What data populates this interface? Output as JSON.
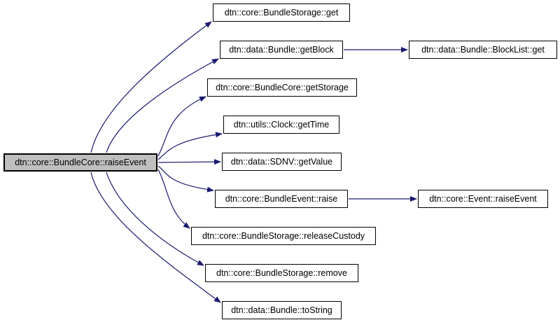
{
  "diagram": {
    "type": "call-graph",
    "colors": {
      "edge": "#191970",
      "node_fill": "#ffffff",
      "node_border": "#000000",
      "focus_fill": "#bfbfbf",
      "background": "#ffffff"
    },
    "nodes": [
      {
        "id": "raiseEvent",
        "label": "dtn::core::BundleCore::raiseEvent",
        "role": "focus"
      },
      {
        "id": "storage-get",
        "label": "dtn::core::BundleStorage::get",
        "role": "callee"
      },
      {
        "id": "getBlock",
        "label": "dtn::data::Bundle::getBlock",
        "role": "callee"
      },
      {
        "id": "getStorage",
        "label": "dtn::core::BundleCore::getStorage",
        "role": "callee"
      },
      {
        "id": "getTime",
        "label": "dtn::utils::Clock::getTime",
        "role": "callee"
      },
      {
        "id": "getValue",
        "label": "dtn::data::SDNV::getValue",
        "role": "callee"
      },
      {
        "id": "raise",
        "label": "dtn::core::BundleEvent::raise",
        "role": "callee"
      },
      {
        "id": "releaseCustody",
        "label": "dtn::core::BundleStorage::releaseCustody",
        "role": "callee"
      },
      {
        "id": "remove",
        "label": "dtn::core::BundleStorage::remove",
        "role": "callee"
      },
      {
        "id": "toString",
        "label": "dtn::data::Bundle::toString",
        "role": "callee"
      },
      {
        "id": "blocklist-get",
        "label": "dtn::data::Bundle::BlockList::get",
        "role": "callee"
      },
      {
        "id": "event-raiseEvent",
        "label": "dtn::core::Event::raiseEvent",
        "role": "callee"
      }
    ],
    "edges": [
      {
        "from": "raiseEvent",
        "to": "storage-get"
      },
      {
        "from": "raiseEvent",
        "to": "getBlock"
      },
      {
        "from": "raiseEvent",
        "to": "getStorage"
      },
      {
        "from": "raiseEvent",
        "to": "getTime"
      },
      {
        "from": "raiseEvent",
        "to": "getValue"
      },
      {
        "from": "raiseEvent",
        "to": "raise"
      },
      {
        "from": "raiseEvent",
        "to": "releaseCustody"
      },
      {
        "from": "raiseEvent",
        "to": "remove"
      },
      {
        "from": "raiseEvent",
        "to": "toString"
      },
      {
        "from": "getBlock",
        "to": "blocklist-get"
      },
      {
        "from": "raise",
        "to": "event-raiseEvent"
      }
    ]
  }
}
